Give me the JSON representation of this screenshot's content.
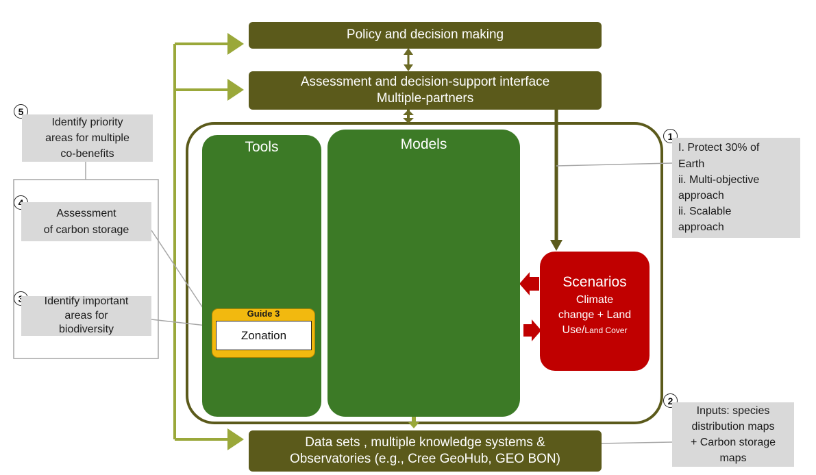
{
  "boxes": {
    "policy": "Policy and decision making",
    "assessment_line1": "Assessment and decision-support interface",
    "assessment_line2": "Multiple-partners",
    "datasets_line1": "Data sets , multiple knowledge systems &",
    "datasets_line2": "Observatories (e.g., Cree GeoHub, GEO BON)"
  },
  "panels": {
    "tools": "Tools",
    "models": "Models"
  },
  "guide": {
    "label": "Guide 3",
    "tool": "Zonation"
  },
  "scenarios": {
    "title": "Scenarios",
    "line1": "Climate",
    "line2": "change + Land",
    "line3": "Use/",
    "line3_small": "Land Cover"
  },
  "callouts": [
    {
      "number": "1",
      "lines": [
        "I. Protect 30% of",
        "Earth",
        "ii. Multi-objective",
        "approach",
        "ii. Scalable",
        "approach"
      ]
    },
    {
      "number": "2",
      "lines": [
        "Inputs: species",
        "distribution maps",
        "+ Carbon storage",
        "maps"
      ]
    },
    {
      "number": "3",
      "lines": [
        "Identify important",
        "areas for",
        "biodiversity"
      ]
    },
    {
      "number": "4",
      "lines": [
        "Assessment",
        "of carbon storage"
      ]
    },
    {
      "number": "5",
      "lines": [
        "Identify priority",
        "areas for multiple",
        "co-benefits"
      ]
    }
  ],
  "colors": {
    "olive_box": "#5b5a1b",
    "feedback_arrow": "#9aa83a",
    "green_panel": "#3c7a26",
    "scenario_red": "#c00000",
    "guide_yellow": "#f2b90f",
    "callout_gray": "#d9d9d9"
  }
}
